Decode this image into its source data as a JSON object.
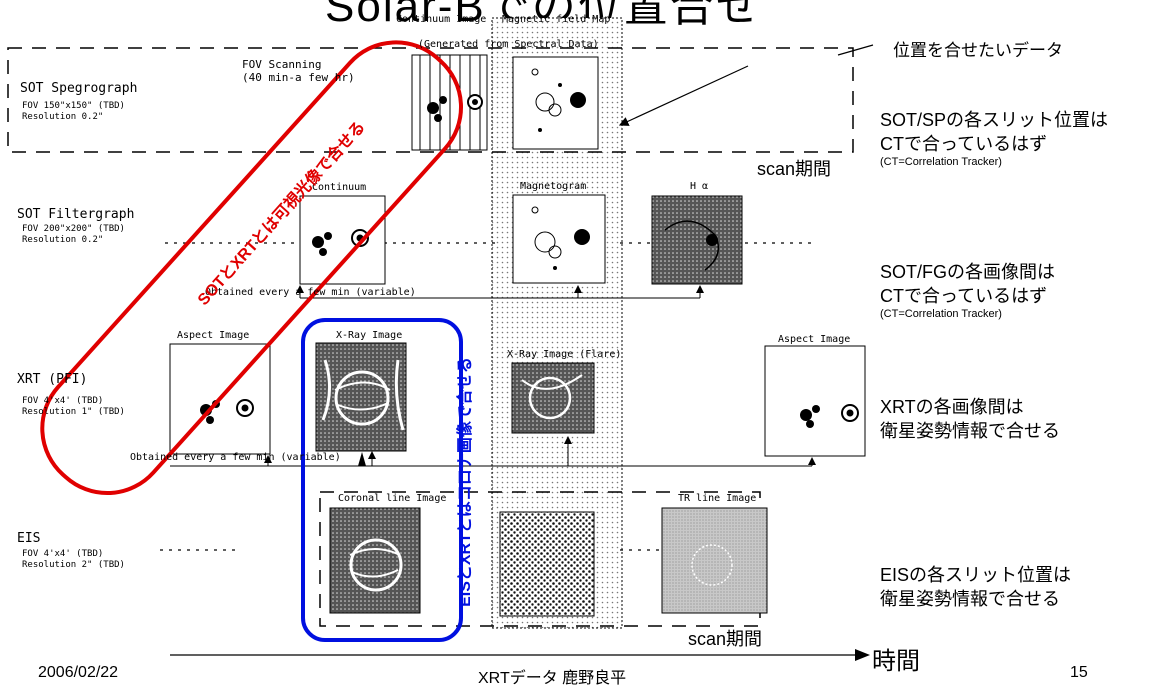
{
  "title": "Solar-Bでの位置合せ",
  "instruments": [
    {
      "name": "SOT Spegrograph",
      "specs": "FOV 150\"x150\" (TBD)\nResolution 0.2\""
    },
    {
      "name": "SOT Filtergraph",
      "specs": "FOV 200\"x200\" (TBD)\nResolution 0.2\""
    },
    {
      "name": "XRT (PFI)",
      "specs": "FOV 4'x4' (TBD)\nResolution 1\" (TBD)"
    },
    {
      "name": "EIS",
      "specs": "FOV 4'x4' (TBD)\nResolution 2\" (TBD)"
    }
  ],
  "images": {
    "continuum_image": "Continuum Image",
    "magnetic_field_map": "Magnetic field Map",
    "generated_note": "(Generated from Spectral Data)",
    "fov_scanning": "FOV Scanning\n(40 min-a few hr)",
    "continuum": "Continuum",
    "magnetogram": "Magnetogram",
    "h_alpha": "H α",
    "sot_fg_obtained": "Obtained every a few min (variable)",
    "aspect_image_1": "Aspect Image",
    "xray_image": "X-Ray Image",
    "xray_flare": "X-Ray Image (Flare)",
    "aspect_image_2": "Aspect Image",
    "xrt_obtained": "Obtained every a few min (variable)",
    "coronal_line": "Coronal line Image",
    "tr_line": "TR line Image"
  },
  "annotations": {
    "target_data": "位置を合せたいデータ",
    "sot_xrt_visible": "SOTとXRTとは可視光像で合せる",
    "eis_xrt_corona": "EISとXRTとはコロナ画像で合せる",
    "scan_period_1": "scan期間",
    "scan_period_2": "scan期間",
    "time_axis": "時間"
  },
  "notes": [
    {
      "line1": "SOT/SPの各スリット位置は",
      "line2": "CTで合っているはず",
      "line3": "(CT=Correlation Tracker)"
    },
    {
      "line1": "SOT/FGの各画像間は",
      "line2": "CTで合っているはず",
      "line3": "(CT=Correlation Tracker)"
    },
    {
      "line1": "XRTの各画像間は",
      "line2": "衛星姿勢情報で合せる",
      "line3": ""
    },
    {
      "line1": "EISの各スリット位置は",
      "line2": "衛星姿勢情報で合せる",
      "line3": ""
    }
  ],
  "footer": {
    "date": "2006/02/22",
    "center": "XRTデータ 鹿野良平",
    "page": "15"
  }
}
